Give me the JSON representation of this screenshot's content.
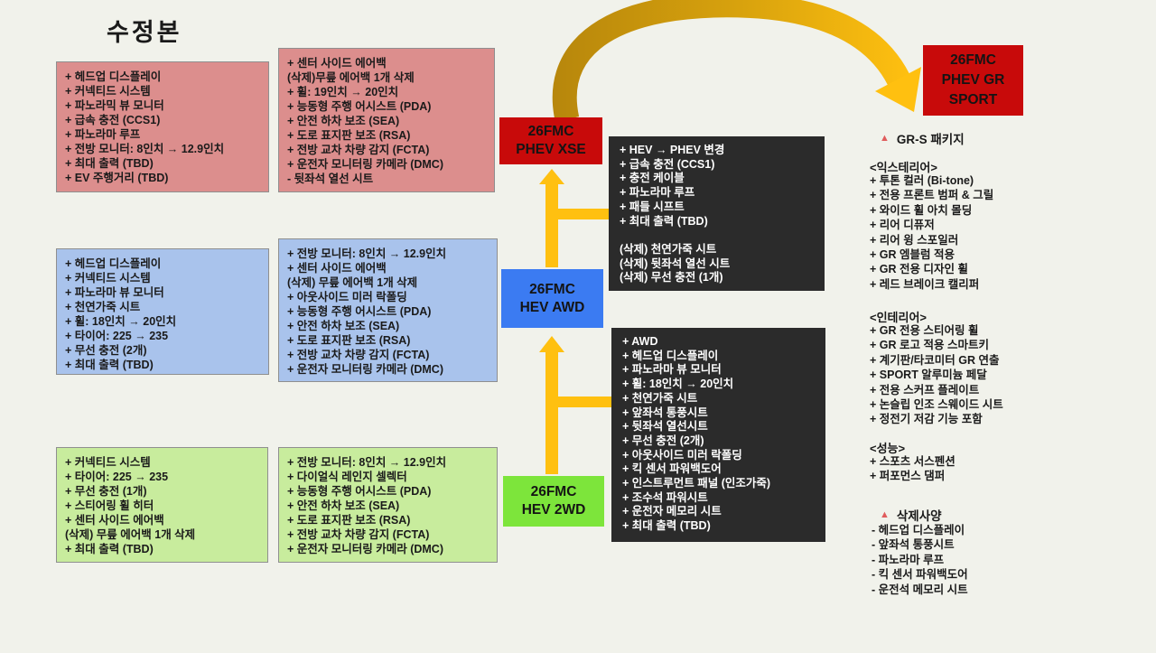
{
  "title": "수정본",
  "colors": {
    "background": "#F1F2EB",
    "pink": "#DC8E8D",
    "bluelight": "#A9C3EC",
    "greenlight": "#C8EC9D",
    "red": "#C80A0A",
    "blue": "#3B7BF2",
    "green": "#7DE53B",
    "dark": "#2B2B2B",
    "arrow": "#FFC010",
    "arrowdark": "#B5850C",
    "triangle": "#E05C5C"
  },
  "icons": {
    "triangle_bullet": "▲",
    "up_arrow": "arrow-up",
    "curved_arrow": "arrow-curved-right"
  },
  "trims": {
    "phev_xse": {
      "line1": "26FMC",
      "line2": "PHEV XSE"
    },
    "hev_awd": {
      "line1": "26FMC",
      "line2": "HEV AWD"
    },
    "hev_2wd": {
      "line1": "26FMC",
      "line2": "HEV 2WD"
    },
    "phev_gr_sport": {
      "line1": "26FMC",
      "line2": "PHEV GR",
      "line3": "SPORT"
    }
  },
  "feature_boxes": {
    "phev_xse_left": {
      "items": [
        "+ 헤드업 디스플레이",
        "+ 커넥티드 시스템",
        "+ 파노라믹 뷰 모니터",
        "+ 급속 충전 (CCS1)",
        "+ 파노라마 루프",
        "+ 전방 모니터: 8인치 → 12.9인치",
        "+ 최대 출력 (TBD)",
        "+ EV 주행거리 (TBD)"
      ]
    },
    "phev_xse_right": {
      "items": [
        "+ 센터 사이드 에어백",
        "(삭제)무릎 에어백 1개 삭제",
        "+ 휠: 19인치 → 20인치",
        "+ 능동형 주행 어시스트 (PDA)",
        "+ 안전 하차 보조 (SEA)",
        "+ 도로 표지판 보조 (RSA)",
        "+ 전방 교차 차량 감지 (FCTA)",
        "+ 운전자 모니터링 카메라 (DMC)",
        "- 뒷좌석 열선 시트"
      ]
    },
    "hev_awd_left": {
      "items": [
        "+ 헤드업 디스플레이",
        "+ 커넥티드 시스템",
        "+ 파노라마 뷰 모니터",
        "+ 천연가죽 시트",
        "+ 휠: 18인치 → 20인치",
        "+ 타이어: 225 → 235",
        "+ 무선 충전 (2개)",
        "+ 최대 출력 (TBD)"
      ]
    },
    "hev_awd_right": {
      "items": [
        "+ 전방 모니터: 8인치 → 12.9인치",
        "+ 센터 사이드 에어백",
        "(삭제) 무릎 에어백 1개 삭제",
        "+ 아웃사이드 미러 락폴딩",
        "+ 능동형 주행 어시스트 (PDA)",
        "+ 안전 하차 보조 (SEA)",
        "+ 도로 표지판 보조 (RSA)",
        "+ 전방 교차 차량 감지 (FCTA)",
        "+ 운전자 모니터링 카메라 (DMC)"
      ]
    },
    "hev_2wd_left": {
      "items": [
        "+ 커넥티드 시스템",
        "+ 타이어: 225 → 235",
        "+ 무선 충전 (1개)",
        "+ 스티어링 휠 히터",
        "+ 센터 사이드 에어백",
        "(삭제) 무릎 에어백 1개 삭제",
        "+ 최대 출력 (TBD)"
      ]
    },
    "hev_2wd_right": {
      "items": [
        "+ 전방 모니터: 8인치 → 12.9인치",
        "+ 다이얼식 레인지 셀렉터",
        "+ 능동형 주행 어시스트 (PDA)",
        "+ 안전 하차 보조 (SEA)",
        "+ 도로 표지판 보조 (RSA)",
        "+ 전방 교차 차량 감지 (FCTA)",
        "+ 운전자 모니터링 카메라 (DMC)"
      ]
    }
  },
  "delta_boxes": {
    "awd_to_xse": {
      "items": [
        "+ HEV → PHEV 변경",
        "+ 급속 충전 (CCS1)",
        "+ 충전 케이블",
        "+ 파노라마 루프",
        "+ 패들 시프트",
        "+ 최대 출력 (TBD)",
        "",
        "(삭제) 천연가죽 시트",
        "(삭제) 뒷좌석 열선 시트",
        "(삭제) 무선 충전 (1개)"
      ]
    },
    "twd_to_awd": {
      "items": [
        "+ AWD",
        "+ 헤드업 디스플레이",
        "+ 파노라마 뷰 모니터",
        "+ 휠: 18인치 → 20인치",
        "+ 천연가죽 시트",
        "+ 앞좌석 통풍시트",
        "+ 뒷좌석 열선시트",
        "+ 무선 충전 (2개)",
        "+ 아웃사이드 미러 락폴딩",
        "+ 킥 센서 파워백도어",
        "+ 인스트루먼트 패널 (인조가죽)",
        "+ 조수석 파워시트",
        "+ 운전자 메모리 시트",
        "+ 최대 출력 (TBD)"
      ]
    }
  },
  "gr_panel": {
    "package_title": "GR-S 패키지",
    "exterior_header": "<익스테리어>",
    "exterior_items": [
      "+ 투톤 컬러 (Bi-tone)",
      "+ 전용 프론트 범퍼 & 그릴",
      "+ 와이드 휠 아치 몰딩",
      "+ 리어 디퓨저",
      "+ 리어 윙 스포일러",
      "+ GR 엠블럼 적용",
      "+ GR 전용 디자인 휠",
      "+ 레드 브레이크 캘리퍼"
    ],
    "interior_header": "<인테리어>",
    "interior_items": [
      "+ GR 전용 스티어링 휠",
      "+ GR 로고 적용 스마트키",
      "+ 계기판/타코미터 GR 연출",
      "+ SPORT 알루미늄 페달",
      "+ 전용 스커프 플레이트",
      "+ 논슬립 인조 스웨이드 시트",
      "+ 정전기 저감 기능 포함"
    ],
    "performance_header": "<성능>",
    "performance_items": [
      "+ 스포츠 서스펜션",
      "+ 퍼포먼스 댐퍼"
    ],
    "deleted_title": "삭제사양",
    "deleted_items": [
      "- 헤드업 디스플레이",
      "- 앞좌석 통풍시트",
      "- 파노라마 루프",
      "- 킥 센서 파워백도어",
      "- 운전석 메모리 시트"
    ]
  }
}
